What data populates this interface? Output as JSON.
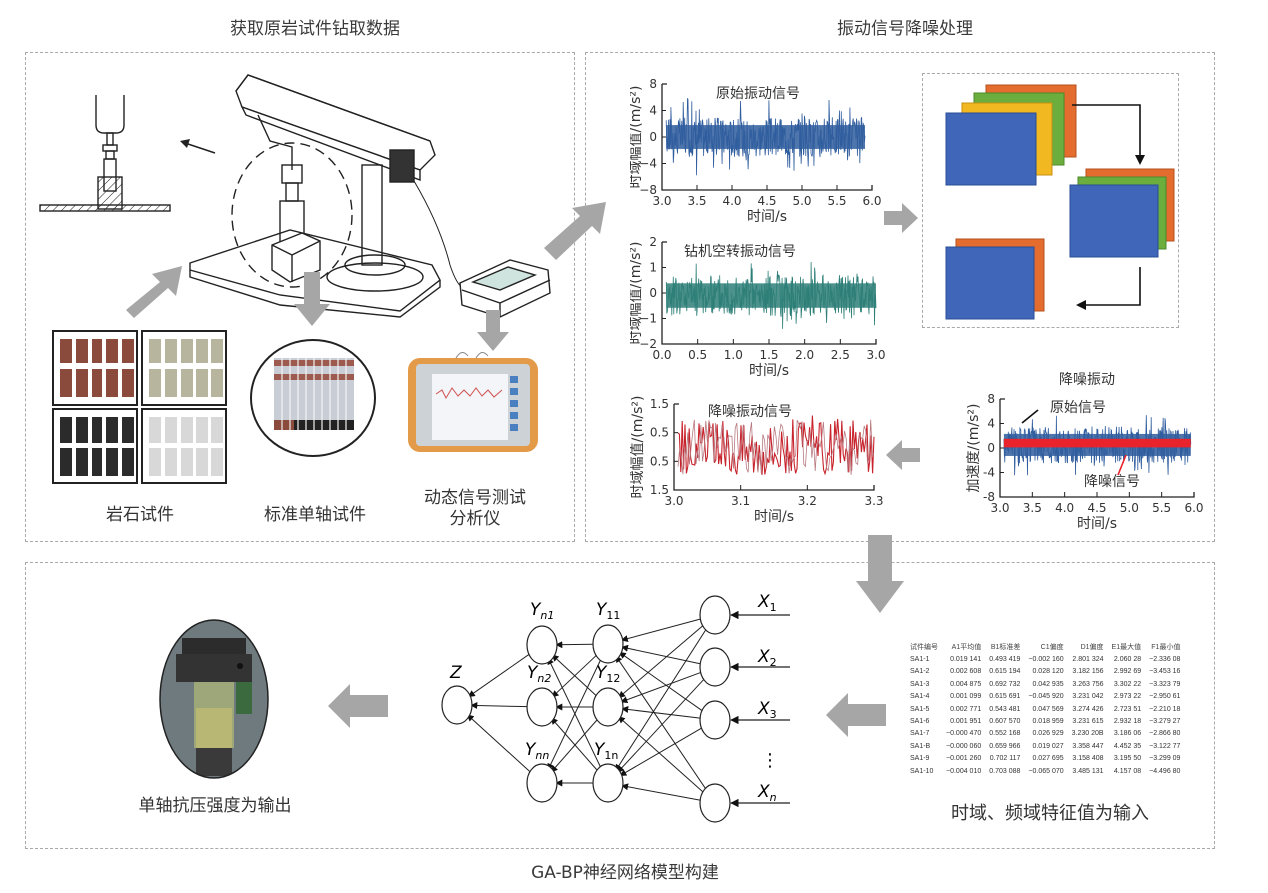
{
  "sections": {
    "acquire": {
      "title": "获取原岩试件钻取数据"
    },
    "denoise": {
      "title": "振动信号降噪处理"
    },
    "model": {
      "title": "GA-BP神经网络模型构建"
    }
  },
  "acquire": {
    "rock_specimens_label": "岩石试件",
    "standard_specimen_label": "标准单轴试件",
    "analyzer_label_line1": "动态信号测试",
    "analyzer_label_line2": "分析仪"
  },
  "model": {
    "output_label": "单轴抗压强度为输出",
    "input_label": "时域、频域特征值为输入",
    "network": {
      "output_node": "Z",
      "hidden2": [
        {
          "base": "Y",
          "sub": "n1"
        },
        {
          "base": "Y",
          "sub": "n2"
        },
        {
          "base": "Y",
          "sub": "nn"
        }
      ],
      "hidden1": [
        {
          "base": "Y",
          "sub": "11"
        },
        {
          "base": "Y",
          "sub": "12"
        },
        {
          "base": "Y",
          "sub": "1n"
        }
      ],
      "inputs": [
        {
          "base": "X",
          "sub": "1"
        },
        {
          "base": "X",
          "sub": "2"
        },
        {
          "base": "X",
          "sub": "3"
        },
        {
          "base": "X",
          "sub": "n"
        }
      ],
      "ellipsis": "⋮"
    },
    "feature_table": {
      "headers": [
        "试件编号",
        "A1平均值",
        "B1标准差",
        "C1偏度",
        "D1偏度",
        "E1最大值",
        "F1最小值"
      ],
      "rows": [
        [
          "SA1-1",
          "0.019 141",
          "0.493 419",
          "−0.002 160",
          "2.801 324",
          "2.060 28",
          "−2.336 08"
        ],
        [
          "SA1-2",
          "0.002 608",
          "0.615 194",
          "0.028 120",
          "3.182 156",
          "2.992 69",
          "−3.453 16"
        ],
        [
          "SA1-3",
          "0.004 875",
          "0.692 732",
          "0.042 935",
          "3.263 756",
          "3.302 22",
          "−3.323 79"
        ],
        [
          "SA1-4",
          "0.001 099",
          "0.615 691",
          "−0.045 920",
          "3.231 042",
          "2.973 22",
          "−2.950 61"
        ],
        [
          "SA1-5",
          "0.002 771",
          "0.543 481",
          "0.047 569",
          "3.274 426",
          "2.723 51",
          "−2.210 18"
        ],
        [
          "SA1-6",
          "0.001 951",
          "0.607 570",
          "0.018 959",
          "3.231 615",
          "2.932 18",
          "−3.279 27"
        ],
        [
          "SA1-7",
          "−0.000 470",
          "0.552 168",
          "0.026 929",
          "3.230 20B",
          "3.186 06",
          "−2.866 80"
        ],
        [
          "SA1-B",
          "−0.000 060",
          "0.659 966",
          "0.019 027",
          "3.358 447",
          "4.452 35",
          "−3.122 77"
        ],
        [
          "SA1-9",
          "−0.001 260",
          "0.702 117",
          "0.027 695",
          "3.158 408",
          "3.195 50",
          "−3.299 09"
        ],
        [
          "SA1-10",
          "−0.004 010",
          "0.703 088",
          "−0.065 070",
          "3.485 131",
          "4.157 08",
          "−4.496 80"
        ]
      ]
    }
  },
  "chart_data": [
    {
      "type": "line",
      "title": "原始振动信号",
      "xlabel": "时间/s",
      "ylabel": "时域幅值/(m/s²)",
      "xlim": [
        3.0,
        6.0
      ],
      "ylim": [
        -8,
        8
      ],
      "xticks": [
        "3.0",
        "3.5",
        "4.0",
        "4.5",
        "5.0",
        "5.5",
        "6.0"
      ],
      "yticks": [
        "8",
        "4",
        "0",
        "−4",
        "−8"
      ],
      "series": [
        {
          "name": "原始振动信号",
          "color": "#2f5d9e",
          "mean": 0,
          "typical_amplitude": 3,
          "peak_amplitude": 6,
          "x_end": 5.9
        }
      ]
    },
    {
      "type": "line",
      "title": "钻机空转振动信号",
      "xlabel": "时间/s",
      "ylabel": "时域幅值/(m/s²)",
      "xlim": [
        0.0,
        3.0
      ],
      "ylim": [
        -2,
        2
      ],
      "xticks": [
        "0.0",
        "0.5",
        "1.0",
        "1.5",
        "2.0",
        "2.5",
        "3.0"
      ],
      "yticks": [
        "2",
        "1",
        "0",
        "−1",
        "−2"
      ],
      "series": [
        {
          "name": "钻机空转振动信号",
          "color": "#2e7f78",
          "mean": -0.1,
          "typical_amplitude": 0.8,
          "peak_amplitude": 1.4,
          "x_end": 3.0
        }
      ]
    },
    {
      "type": "line",
      "title": "降噪振动信号",
      "xlabel": "时间/s",
      "ylabel": "时域幅值/(m/s²)",
      "xlim": [
        3.0,
        3.3
      ],
      "ylim": [
        -1.5,
        1.5
      ],
      "xticks": [
        "3.0",
        "3.1",
        "3.2",
        "3.3"
      ],
      "yticks": [
        "1.5",
        "0.5",
        "0.5",
        "1.5"
      ],
      "series": [
        {
          "name": "降噪振动信号",
          "color": "#c8232c",
          "mean": 0,
          "typical_amplitude": 1.0,
          "peak_amplitude": 1.1,
          "x_end": 3.3
        }
      ]
    },
    {
      "type": "line",
      "title": "降噪振动",
      "xlabel": "时间/s",
      "ylabel": "加速度/(m/s²)",
      "xlim": [
        3.0,
        6.0
      ],
      "ylim": [
        -8,
        8
      ],
      "xticks": [
        "3.0",
        "3.5",
        "4.0",
        "4.5",
        "5.0",
        "5.5",
        "6.0"
      ],
      "yticks": [
        "8",
        "4",
        "0",
        "-4",
        "-8"
      ],
      "annotations": [
        "原始信号",
        "降噪信号"
      ],
      "series": [
        {
          "name": "原始信号",
          "color": "#2f5d9e",
          "mean": 0.5,
          "typical_amplitude": 3,
          "peak_amplitude": 5,
          "x_end": 5.95
        },
        {
          "name": "降噪信号",
          "color": "#e8232c",
          "mean": 0.8,
          "typical_amplitude": 0.7,
          "peak_amplitude": 0.8,
          "x_end": 5.95
        }
      ]
    }
  ]
}
